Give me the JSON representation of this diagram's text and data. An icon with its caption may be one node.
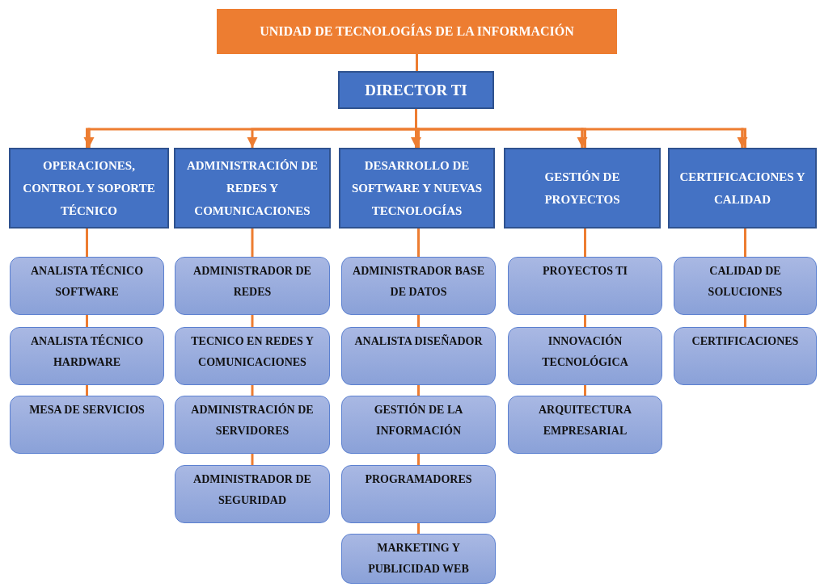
{
  "diagram": {
    "nodes": [
      {
        "text": [
          "UNIDAD DE TECNOLOGÍAS DE LA INFORMACIÓN"
        ]
      },
      {
        "text": [
          "DIRECTOR TI"
        ]
      },
      {
        "text": [
          "OPERACIONES, CONTROL Y SOPORTE TÉCNICO"
        ]
      },
      {
        "text": [
          "ADMINISTRACIÓN DE REDES Y COMUNICACIONES"
        ]
      },
      {
        "text": [
          "DESARROLLO DE SOFTWARE Y NUEVAS TECNOLOGÍAS"
        ]
      },
      {
        "text": [
          "GESTIÓN DE PROYECTOS"
        ]
      },
      {
        "text": [
          "CERTIFICACIONES Y CALIDAD"
        ]
      },
      {
        "text": [
          "ANALISTA TÉCNICO SOFTWARE"
        ]
      },
      {
        "text": [
          "ANALISTA TÉCNICO HARDWARE"
        ]
      },
      {
        "text": [
          "MESA DE SERVICIOS"
        ]
      },
      {
        "text": [
          "ADMINISTRADOR DE REDES"
        ]
      },
      {
        "text": [
          "TECNICO EN REDES Y COMUNICACIONES"
        ]
      },
      {
        "text": [
          "ADMINISTRACIÓN DE SERVIDORES"
        ]
      },
      {
        "text": [
          "ADMINISTRADOR DE SEGURIDAD"
        ]
      },
      {
        "text": [
          "ADMINISTRADOR BASE DE DATOS"
        ]
      },
      {
        "text": [
          "ANALISTA DISEÑADOR"
        ]
      },
      {
        "text": [
          "GESTIÓN DE LA INFORMACIÓN"
        ]
      },
      {
        "text": [
          "PROGRAMADORES"
        ]
      },
      {
        "text": [
          "MARKETING Y PUBLICIDAD WEB"
        ]
      },
      {
        "text": [
          "PROYECTOS TI"
        ]
      },
      {
        "text": [
          "INNOVACIÓN TECNOLÓGICA"
        ]
      },
      {
        "text": [
          "ARQUITECTURA EMPRESARIAL"
        ]
      },
      {
        "text": [
          "CALIDAD DE SOLUCIONES"
        ]
      },
      {
        "text": [
          "CERTIFICACIONES"
        ]
      }
    ],
    "edges": [
      {
        "from": 0,
        "to": 1,
        "arrow": "none"
      },
      {
        "from": 1,
        "to": 2,
        "arrow": "to"
      },
      {
        "from": 1,
        "to": 3,
        "arrow": "to"
      },
      {
        "from": 1,
        "to": 4,
        "arrow": "to"
      },
      {
        "from": 1,
        "to": 5,
        "arrow": "to"
      },
      {
        "from": 1,
        "to": 6,
        "arrow": "to"
      },
      {
        "from": 2,
        "to": 7,
        "arrow": "none"
      },
      {
        "from": 7,
        "to": 8,
        "arrow": "none"
      },
      {
        "from": 8,
        "to": 9,
        "arrow": "none"
      },
      {
        "from": 3,
        "to": 10,
        "arrow": "none"
      },
      {
        "from": 10,
        "to": 11,
        "arrow": "none"
      },
      {
        "from": 11,
        "to": 12,
        "arrow": "none"
      },
      {
        "from": 12,
        "to": 13,
        "arrow": "none"
      },
      {
        "from": 4,
        "to": 14,
        "arrow": "none"
      },
      {
        "from": 14,
        "to": 15,
        "arrow": "none"
      },
      {
        "from": 15,
        "to": 16,
        "arrow": "none"
      },
      {
        "from": 16,
        "to": 17,
        "arrow": "none"
      },
      {
        "from": 17,
        "to": 18,
        "arrow": "none"
      },
      {
        "from": 5,
        "to": 19,
        "arrow": "none"
      },
      {
        "from": 19,
        "to": 20,
        "arrow": "none"
      },
      {
        "from": 20,
        "to": 21,
        "arrow": "none"
      },
      {
        "from": 6,
        "to": 22,
        "arrow": "none"
      },
      {
        "from": 22,
        "to": 23,
        "arrow": "none"
      }
    ]
  }
}
